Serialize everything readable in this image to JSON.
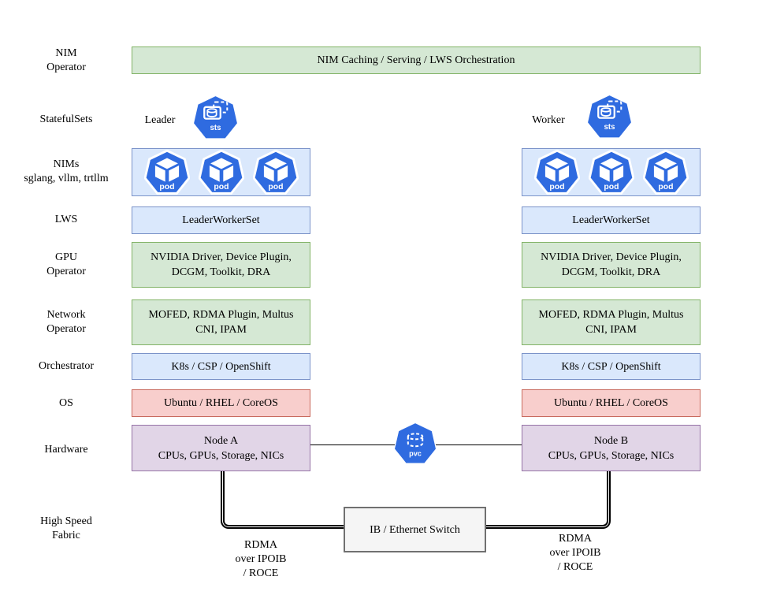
{
  "palette": {
    "green_fill": "#d5e8d4",
    "green_border": "#82b366",
    "blue_fill": "#dae8fc",
    "blue_border": "#7b93c9",
    "red_fill": "#f8cecc",
    "red_border": "#c96a5e",
    "purple_fill": "#e1d5e7",
    "purple_border": "#9673a6",
    "gray_fill": "#f5f5f5",
    "gray_border": "#707070",
    "k8s_blue": "#2f6be0"
  },
  "row_labels": [
    {
      "id": "nim-operator",
      "lines": [
        "NIM",
        "Operator"
      ]
    },
    {
      "id": "statefulsets",
      "lines": [
        "StatefulSets"
      ]
    },
    {
      "id": "nims",
      "lines": [
        "NIMs",
        "sglang, vllm, trtllm"
      ]
    },
    {
      "id": "lws",
      "lines": [
        "LWS"
      ]
    },
    {
      "id": "gpu-operator",
      "lines": [
        "GPU",
        "Operator"
      ]
    },
    {
      "id": "network-operator",
      "lines": [
        "Network",
        "Operator"
      ]
    },
    {
      "id": "orchestrator",
      "lines": [
        "Orchestrator"
      ]
    },
    {
      "id": "os",
      "lines": [
        "OS"
      ]
    },
    {
      "id": "hardware",
      "lines": [
        "Hardware"
      ]
    },
    {
      "id": "high-speed-fabric",
      "lines": [
        "High Speed",
        "Fabric"
      ]
    }
  ],
  "top_bar": {
    "label": "NIM Caching / Serving / LWS Orchestration"
  },
  "statefulsets": {
    "leader_label": "Leader",
    "worker_label": "Worker",
    "sts_icon_label": "sts"
  },
  "pods": {
    "pod_icon_label": "pod",
    "count_per_node": 3
  },
  "boxes": {
    "lws": "LeaderWorkerSet",
    "gpu_operator": {
      "line1": "NVIDIA Driver, Device Plugin,",
      "line2": "DCGM, Toolkit, DRA"
    },
    "network_operator": {
      "line1": "MOFED, RDMA Plugin, Multus",
      "line2": "CNI, IPAM"
    },
    "orchestrator": "K8s / CSP / OpenShift",
    "os": "Ubuntu / RHEL / CoreOS",
    "node_a": {
      "line1": "Node A",
      "line2": "CPUs, GPUs, Storage, NICs"
    },
    "node_b": {
      "line1": "Node B",
      "line2": "CPUs, GPUs, Storage, NICs"
    }
  },
  "storage": {
    "pvc_icon_label": "pvc"
  },
  "fabric": {
    "switch_label": "IB / Ethernet Switch",
    "left_link": {
      "line1": "RDMA",
      "line2": "over IPOIB",
      "line3": "/ ROCE"
    },
    "right_link": {
      "line1": "RDMA",
      "line2": "over IPOIB",
      "line3": "/ ROCE"
    }
  }
}
